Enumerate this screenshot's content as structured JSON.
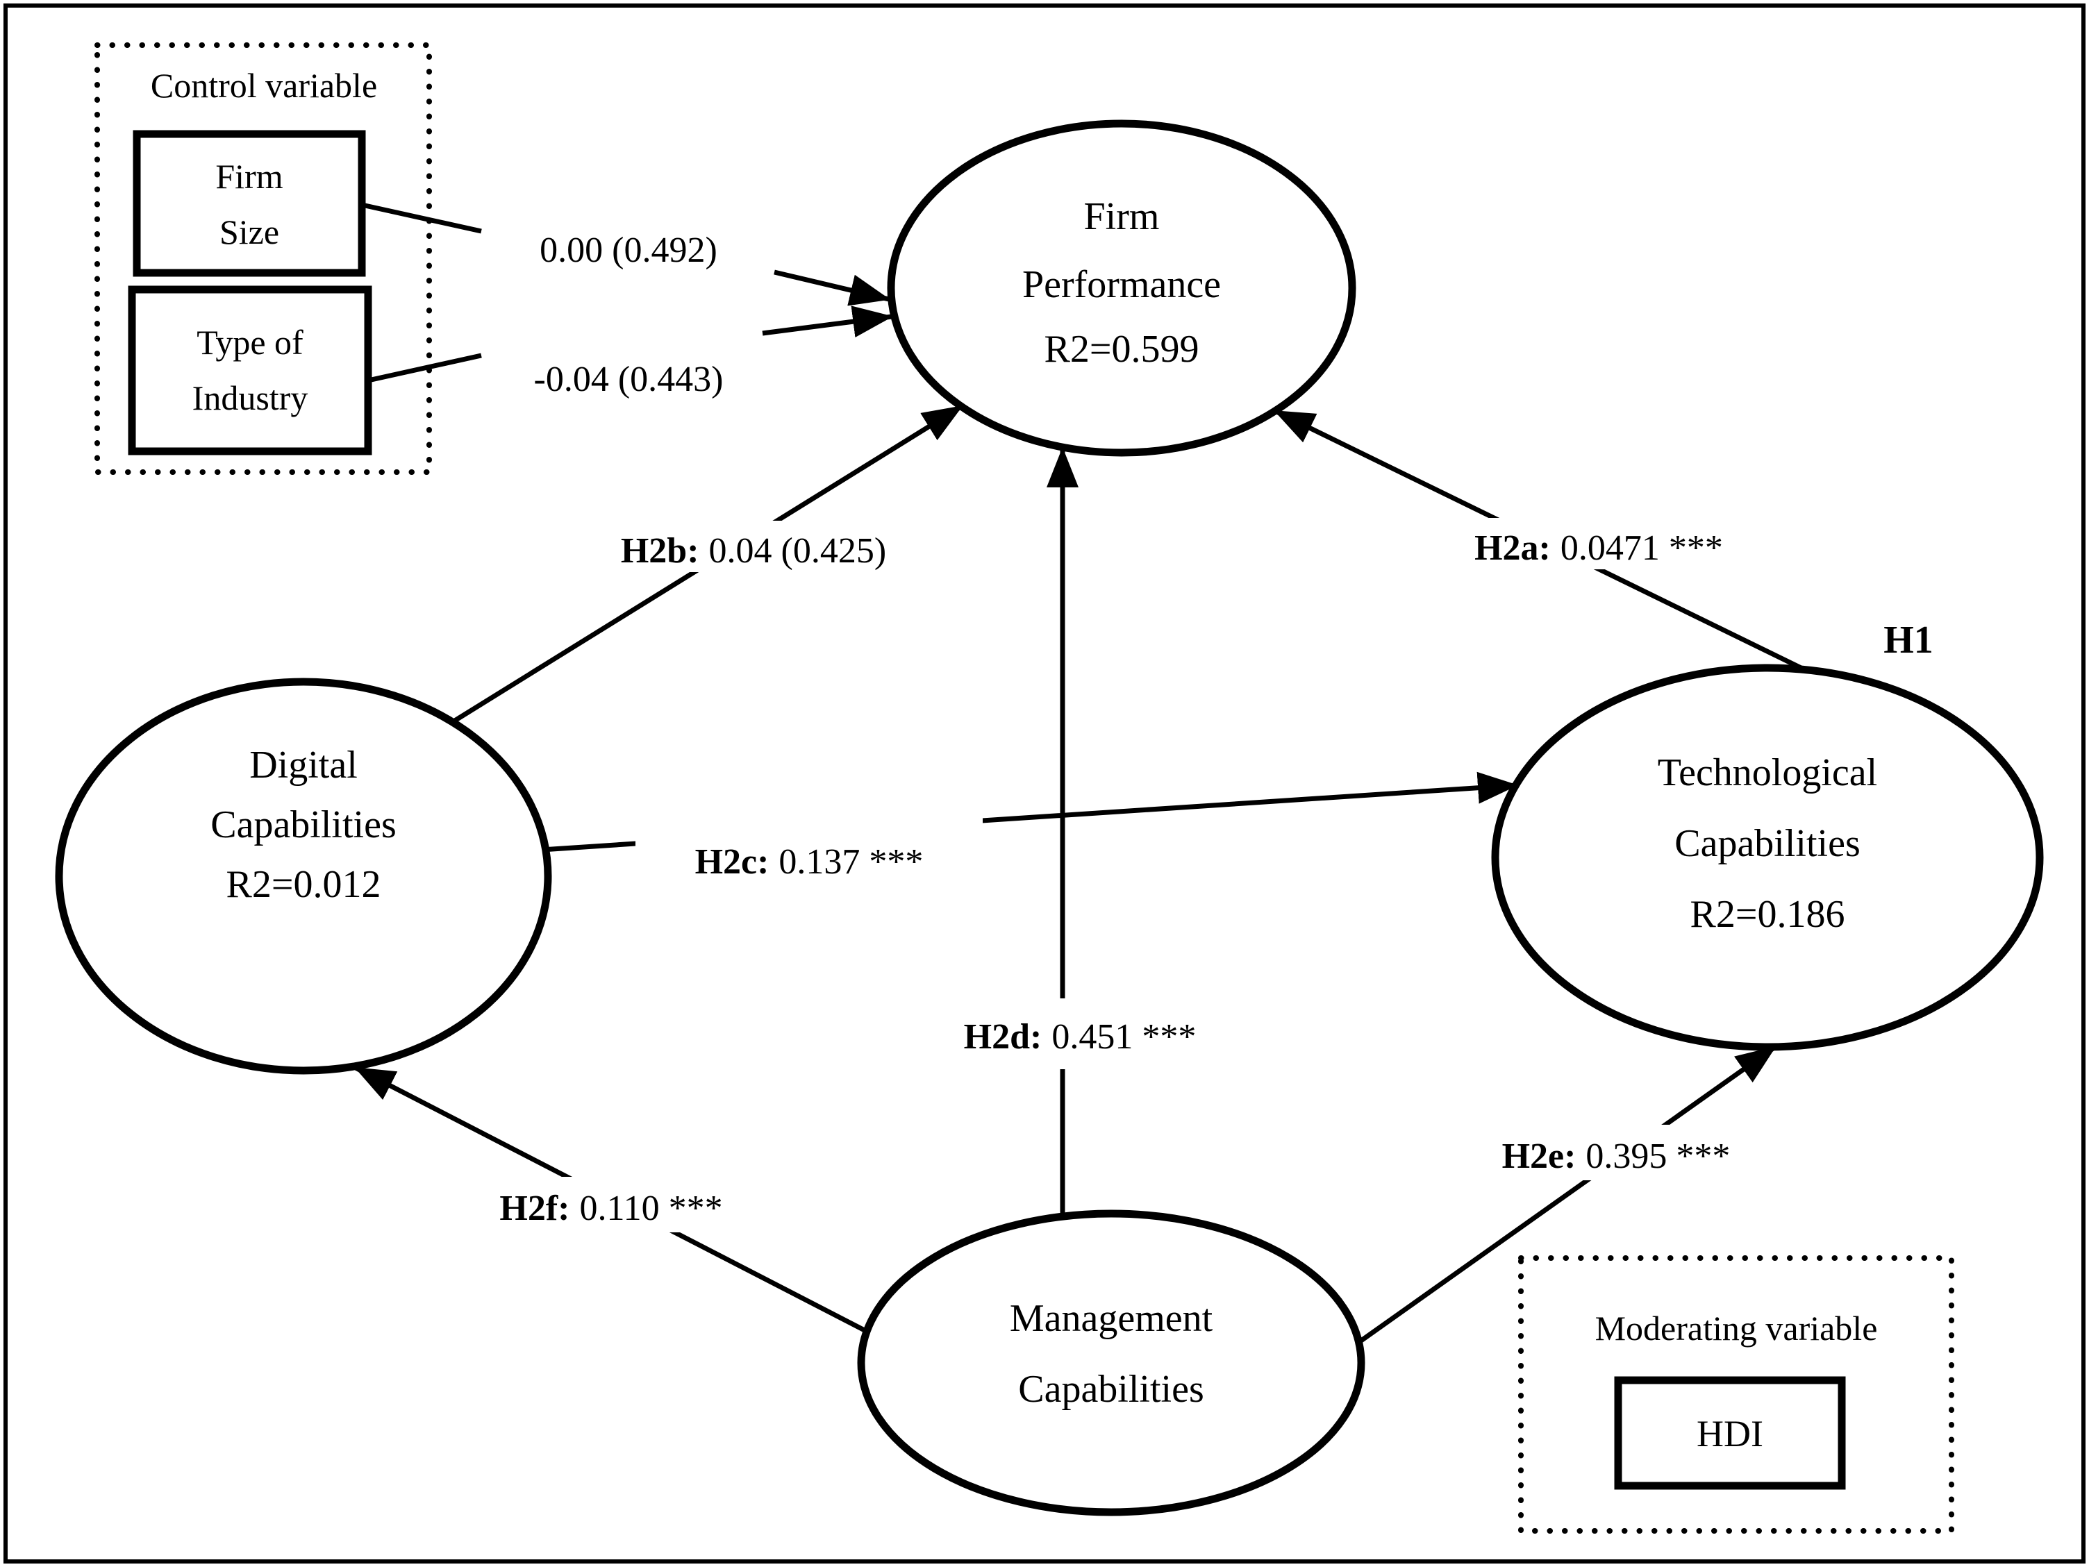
{
  "canvas": {
    "background": "#ffffff",
    "ink": "#000000"
  },
  "control_box": {
    "title": "Control variable",
    "firm_size": {
      "line1": "Firm",
      "line2": "Size"
    },
    "type_of_industry": {
      "line1": "Type of",
      "line2": "Industry"
    }
  },
  "moderating_box": {
    "title": "Moderating variable",
    "hdi": "HDI"
  },
  "nodes": {
    "firm_performance": {
      "line1": "Firm",
      "line2": "Performance",
      "r2": "R2=0.599"
    },
    "digital_capabilities": {
      "line1": "Digital",
      "line2": "Capabilities",
      "r2": "R2=0.012"
    },
    "technological_capabilities": {
      "line1": "Technological",
      "line2": "Capabilities",
      "r2": "R2=0.186"
    },
    "management_capabilities": {
      "line1": "Management",
      "line2": "Capabilities"
    }
  },
  "paths": {
    "h1": {
      "label": "H1"
    },
    "h2a": {
      "id": "H2a:",
      "value": "0.0471 ***",
      "from": "technological_capabilities",
      "to": "firm_performance"
    },
    "h2b": {
      "id": "H2b:",
      "value": "0.04 (0.425)",
      "from": "digital_capabilities",
      "to": "firm_performance"
    },
    "h2c": {
      "id": "H2c:",
      "value": "0.137 ***",
      "from": "digital_capabilities",
      "to": "technological_capabilities"
    },
    "h2d": {
      "id": "H2d:",
      "value": "0.451 ***",
      "from": "management_capabilities",
      "to": "firm_performance"
    },
    "h2e": {
      "id": "H2e:",
      "value": "0.395 ***",
      "from": "management_capabilities",
      "to": "technological_capabilities"
    },
    "h2f": {
      "id": "H2f:",
      "value": "0.110 ***",
      "from": "management_capabilities",
      "to": "digital_capabilities"
    },
    "firm_size_path": {
      "value": "0.00 (0.492)",
      "from": "firm_size",
      "to": "firm_performance"
    },
    "type_of_industry_path": {
      "value": "-0.04 (0.443)",
      "from": "type_of_industry",
      "to": "firm_performance"
    }
  }
}
